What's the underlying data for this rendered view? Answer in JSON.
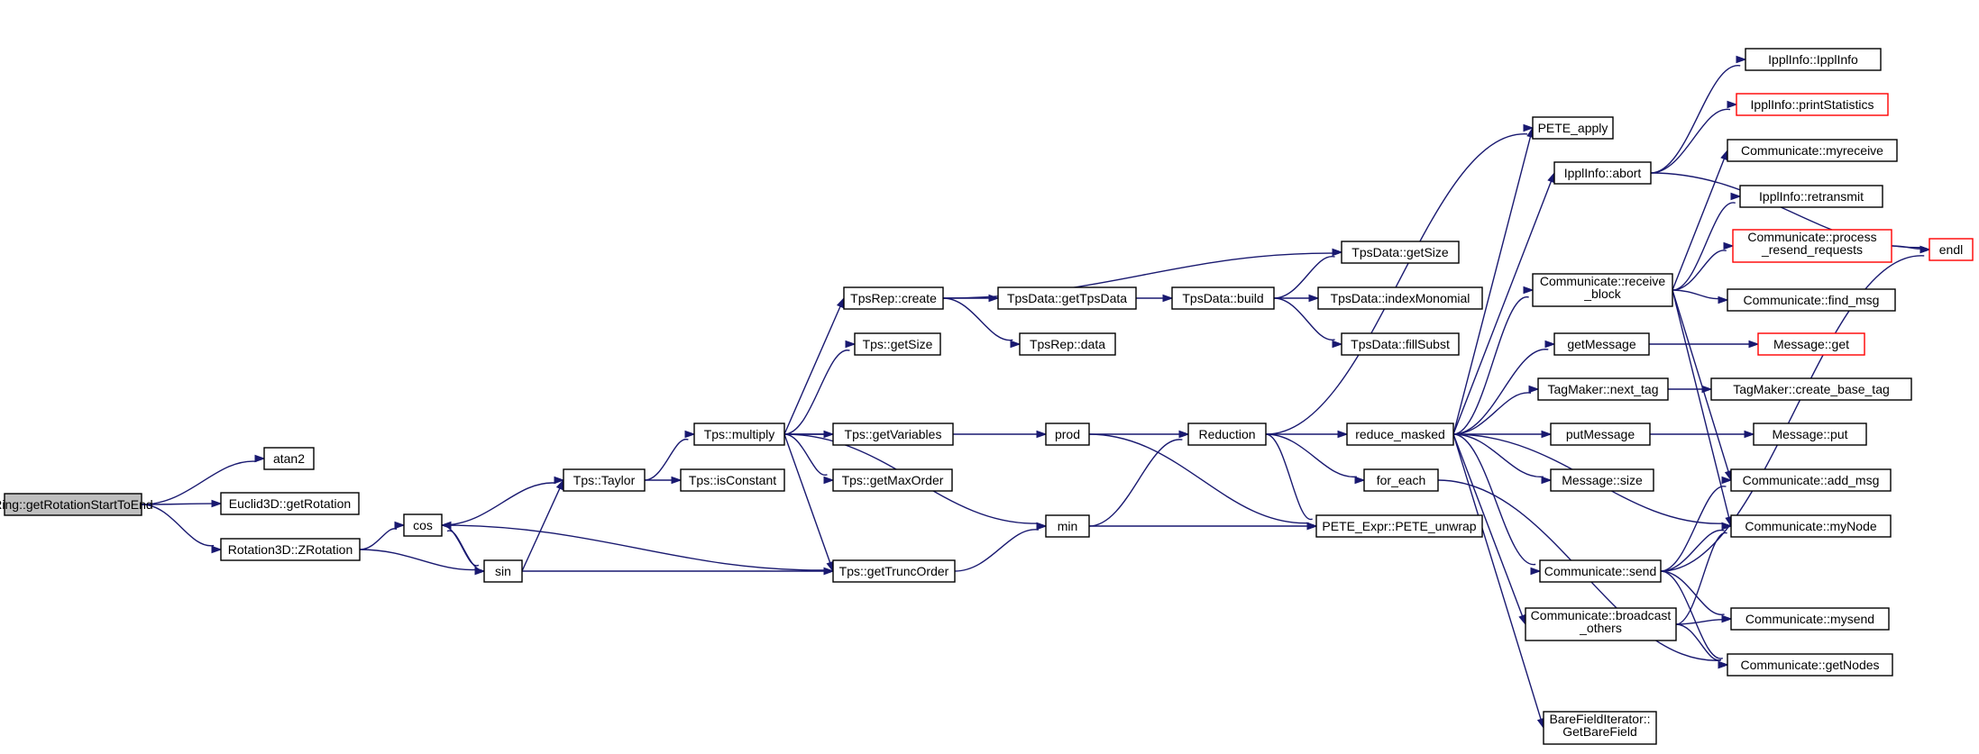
{
  "graph": {
    "nodes": [
      {
        "id": "n0",
        "lines": [
          "Ring::getRotationStartToEnd"
        ],
        "style": "gray"
      },
      {
        "id": "n1",
        "lines": [
          "atan2"
        ]
      },
      {
        "id": "n2",
        "lines": [
          "Euclid3D::getRotation"
        ]
      },
      {
        "id": "n3",
        "lines": [
          "Rotation3D::ZRotation"
        ]
      },
      {
        "id": "n4",
        "lines": [
          "cos"
        ]
      },
      {
        "id": "n5",
        "lines": [
          "sin"
        ]
      },
      {
        "id": "n6",
        "lines": [
          "Tps::Taylor"
        ]
      },
      {
        "id": "n7",
        "lines": [
          "Tps::getTruncOrder"
        ]
      },
      {
        "id": "n8",
        "lines": [
          "Tps::multiply"
        ]
      },
      {
        "id": "n9",
        "lines": [
          "Tps::isConstant"
        ]
      },
      {
        "id": "n10",
        "lines": [
          "TpsRep::create"
        ]
      },
      {
        "id": "n11",
        "lines": [
          "Tps::getSize"
        ]
      },
      {
        "id": "n12",
        "lines": [
          "Tps::getVariables"
        ]
      },
      {
        "id": "n13",
        "lines": [
          "Tps::getMaxOrder"
        ]
      },
      {
        "id": "n14",
        "lines": [
          "prod"
        ]
      },
      {
        "id": "n15",
        "lines": [
          "min"
        ]
      },
      {
        "id": "n16",
        "lines": [
          "TpsData::getTpsData"
        ]
      },
      {
        "id": "n17",
        "lines": [
          "TpsRep::data"
        ]
      },
      {
        "id": "n18",
        "lines": [
          "TpsData::build"
        ]
      },
      {
        "id": "n19",
        "lines": [
          "TpsData::getSize"
        ]
      },
      {
        "id": "n20",
        "lines": [
          "TpsData::indexMonomial"
        ]
      },
      {
        "id": "n21",
        "lines": [
          "TpsData::fillSubst"
        ]
      },
      {
        "id": "n22",
        "lines": [
          "Reduction"
        ]
      },
      {
        "id": "n23",
        "lines": [
          "PETE_Expr::PETE_unwrap"
        ]
      },
      {
        "id": "n24",
        "lines": [
          "reduce_masked"
        ]
      },
      {
        "id": "n25",
        "lines": [
          "for_each"
        ]
      },
      {
        "id": "n26",
        "lines": [
          "PETE_apply"
        ]
      },
      {
        "id": "n27",
        "lines": [
          "IpplInfo::abort"
        ]
      },
      {
        "id": "n28",
        "lines": [
          "Communicate::receive",
          "_block"
        ]
      },
      {
        "id": "n29",
        "lines": [
          "getMessage"
        ]
      },
      {
        "id": "n30",
        "lines": [
          "TagMaker::next_tag"
        ]
      },
      {
        "id": "n31",
        "lines": [
          "putMessage"
        ]
      },
      {
        "id": "n32",
        "lines": [
          "Message::size"
        ]
      },
      {
        "id": "n33",
        "lines": [
          "Communicate::send"
        ]
      },
      {
        "id": "n34",
        "lines": [
          "Communicate::broadcast",
          "_others"
        ]
      },
      {
        "id": "n35",
        "lines": [
          "BareFieldIterator::",
          "GetBareField"
        ]
      },
      {
        "id": "n36",
        "lines": [
          "IpplInfo::IpplInfo"
        ]
      },
      {
        "id": "n37",
        "lines": [
          "IpplInfo::printStatistics"
        ],
        "style": "red"
      },
      {
        "id": "n38",
        "lines": [
          "Communicate::myreceive"
        ]
      },
      {
        "id": "n39",
        "lines": [
          "IpplInfo::retransmit"
        ]
      },
      {
        "id": "n40",
        "lines": [
          "Communicate::process",
          "_resend_requests"
        ],
        "style": "red"
      },
      {
        "id": "n41",
        "lines": [
          "Communicate::find_msg"
        ]
      },
      {
        "id": "n42",
        "lines": [
          "Message::get"
        ],
        "style": "red"
      },
      {
        "id": "n43",
        "lines": [
          "TagMaker::create_base_tag"
        ]
      },
      {
        "id": "n44",
        "lines": [
          "Message::put"
        ]
      },
      {
        "id": "n45",
        "lines": [
          "Communicate::add_msg"
        ]
      },
      {
        "id": "n46",
        "lines": [
          "Communicate::myNode"
        ]
      },
      {
        "id": "n47",
        "lines": [
          "Communicate::mysend"
        ]
      },
      {
        "id": "n48",
        "lines": [
          "Communicate::getNodes"
        ]
      },
      {
        "id": "n49",
        "lines": [
          "endl"
        ],
        "style": "red"
      }
    ],
    "edges": [
      [
        "n0",
        "n1"
      ],
      [
        "n0",
        "n2"
      ],
      [
        "n0",
        "n3"
      ],
      [
        "n3",
        "n4"
      ],
      [
        "n3",
        "n5"
      ],
      [
        "n4",
        "n5"
      ],
      [
        "n4",
        "n6"
      ],
      [
        "n4",
        "n7"
      ],
      [
        "n5",
        "n4"
      ],
      [
        "n5",
        "n6"
      ],
      [
        "n5",
        "n7"
      ],
      [
        "n6",
        "n8"
      ],
      [
        "n6",
        "n9"
      ],
      [
        "n8",
        "n10"
      ],
      [
        "n8",
        "n11"
      ],
      [
        "n8",
        "n12"
      ],
      [
        "n8",
        "n13"
      ],
      [
        "n8",
        "n14"
      ],
      [
        "n8",
        "n15"
      ],
      [
        "n8",
        "n7"
      ],
      [
        "n7",
        "n15"
      ],
      [
        "n10",
        "n16"
      ],
      [
        "n10",
        "n17"
      ],
      [
        "n10",
        "n19"
      ],
      [
        "n16",
        "n18"
      ],
      [
        "n18",
        "n19"
      ],
      [
        "n18",
        "n20"
      ],
      [
        "n18",
        "n21"
      ],
      [
        "n14",
        "n22"
      ],
      [
        "n14",
        "n23"
      ],
      [
        "n15",
        "n22"
      ],
      [
        "n15",
        "n23"
      ],
      [
        "n22",
        "n24"
      ],
      [
        "n22",
        "n25"
      ],
      [
        "n22",
        "n23"
      ],
      [
        "n22",
        "n26"
      ],
      [
        "n24",
        "n26"
      ],
      [
        "n24",
        "n27"
      ],
      [
        "n24",
        "n28"
      ],
      [
        "n24",
        "n29"
      ],
      [
        "n24",
        "n30"
      ],
      [
        "n24",
        "n31"
      ],
      [
        "n24",
        "n32"
      ],
      [
        "n24",
        "n33"
      ],
      [
        "n24",
        "n34"
      ],
      [
        "n24",
        "n35"
      ],
      [
        "n24",
        "n46"
      ],
      [
        "n25",
        "n48"
      ],
      [
        "n27",
        "n36"
      ],
      [
        "n27",
        "n37"
      ],
      [
        "n27",
        "n49"
      ],
      [
        "n28",
        "n38"
      ],
      [
        "n28",
        "n39"
      ],
      [
        "n28",
        "n40"
      ],
      [
        "n28",
        "n41"
      ],
      [
        "n28",
        "n45"
      ],
      [
        "n28",
        "n46"
      ],
      [
        "n29",
        "n42"
      ],
      [
        "n30",
        "n43"
      ],
      [
        "n31",
        "n44"
      ],
      [
        "n33",
        "n45"
      ],
      [
        "n33",
        "n46"
      ],
      [
        "n33",
        "n47"
      ],
      [
        "n33",
        "n48"
      ],
      [
        "n33",
        "n49"
      ],
      [
        "n34",
        "n46"
      ],
      [
        "n34",
        "n47"
      ],
      [
        "n34",
        "n48"
      ],
      [
        "n40",
        "n49"
      ]
    ]
  },
  "colors": {
    "edge": "#191970",
    "node_border": "#000000",
    "root_fill": "#bfbfbf",
    "truncated_border": "#ff0000"
  }
}
